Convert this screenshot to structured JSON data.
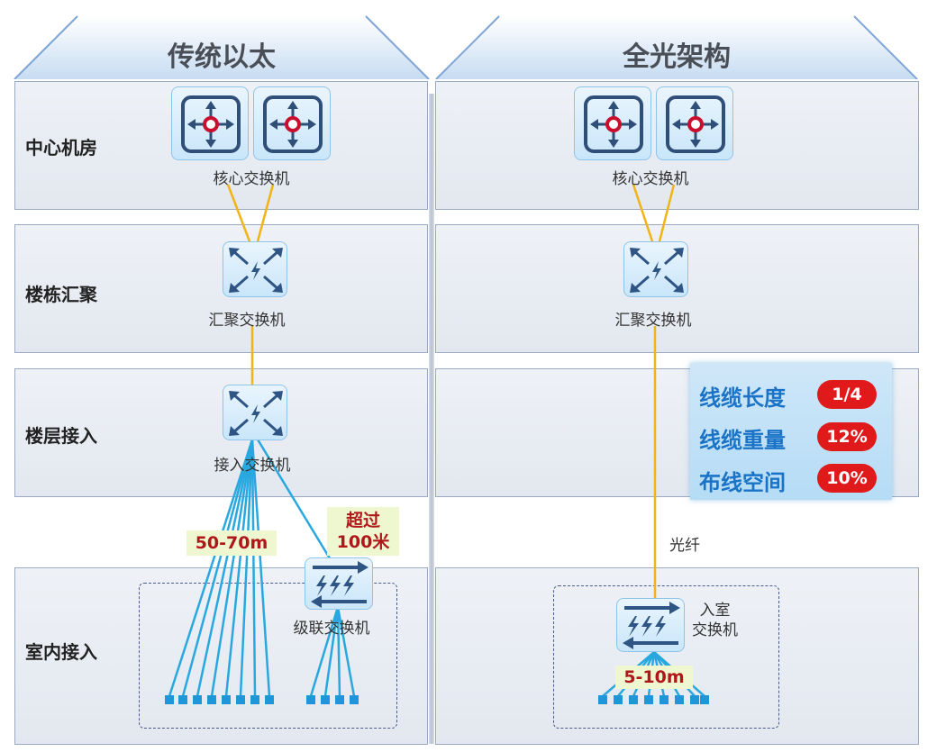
{
  "columns": {
    "left_title": "传统以太",
    "right_title": "全光架构"
  },
  "rows": [
    "中心机房",
    "楼栋汇聚",
    "楼层接入",
    "室内接入"
  ],
  "left": {
    "core_label": "核心交换机",
    "agg_label": "汇聚交换机",
    "access_label": "接入交换机",
    "cascade_label": "级联交换机",
    "distance_short": "50-70m",
    "distance_long_line1": "超过",
    "distance_long_line2": "100米"
  },
  "right": {
    "core_label": "核心交换机",
    "agg_label": "汇聚交换机",
    "fiber_label": "光纤",
    "room_label_line1": "入室",
    "room_label_line2": "交换机",
    "distance": "5-10m"
  },
  "metrics": [
    {
      "label": "线缆长度",
      "value": "1/4"
    },
    {
      "label": "线缆重量",
      "value": "12%"
    },
    {
      "label": "布线空间",
      "value": "10%"
    }
  ],
  "colors": {
    "band": "#e6ebf2",
    "uplink": "#f2b316",
    "cable": "#29a8e0",
    "metric_text": "#1a73c6",
    "pill": "#e0191b",
    "tag_bg": "#eef7cf",
    "tag_text": "#b0171a"
  }
}
